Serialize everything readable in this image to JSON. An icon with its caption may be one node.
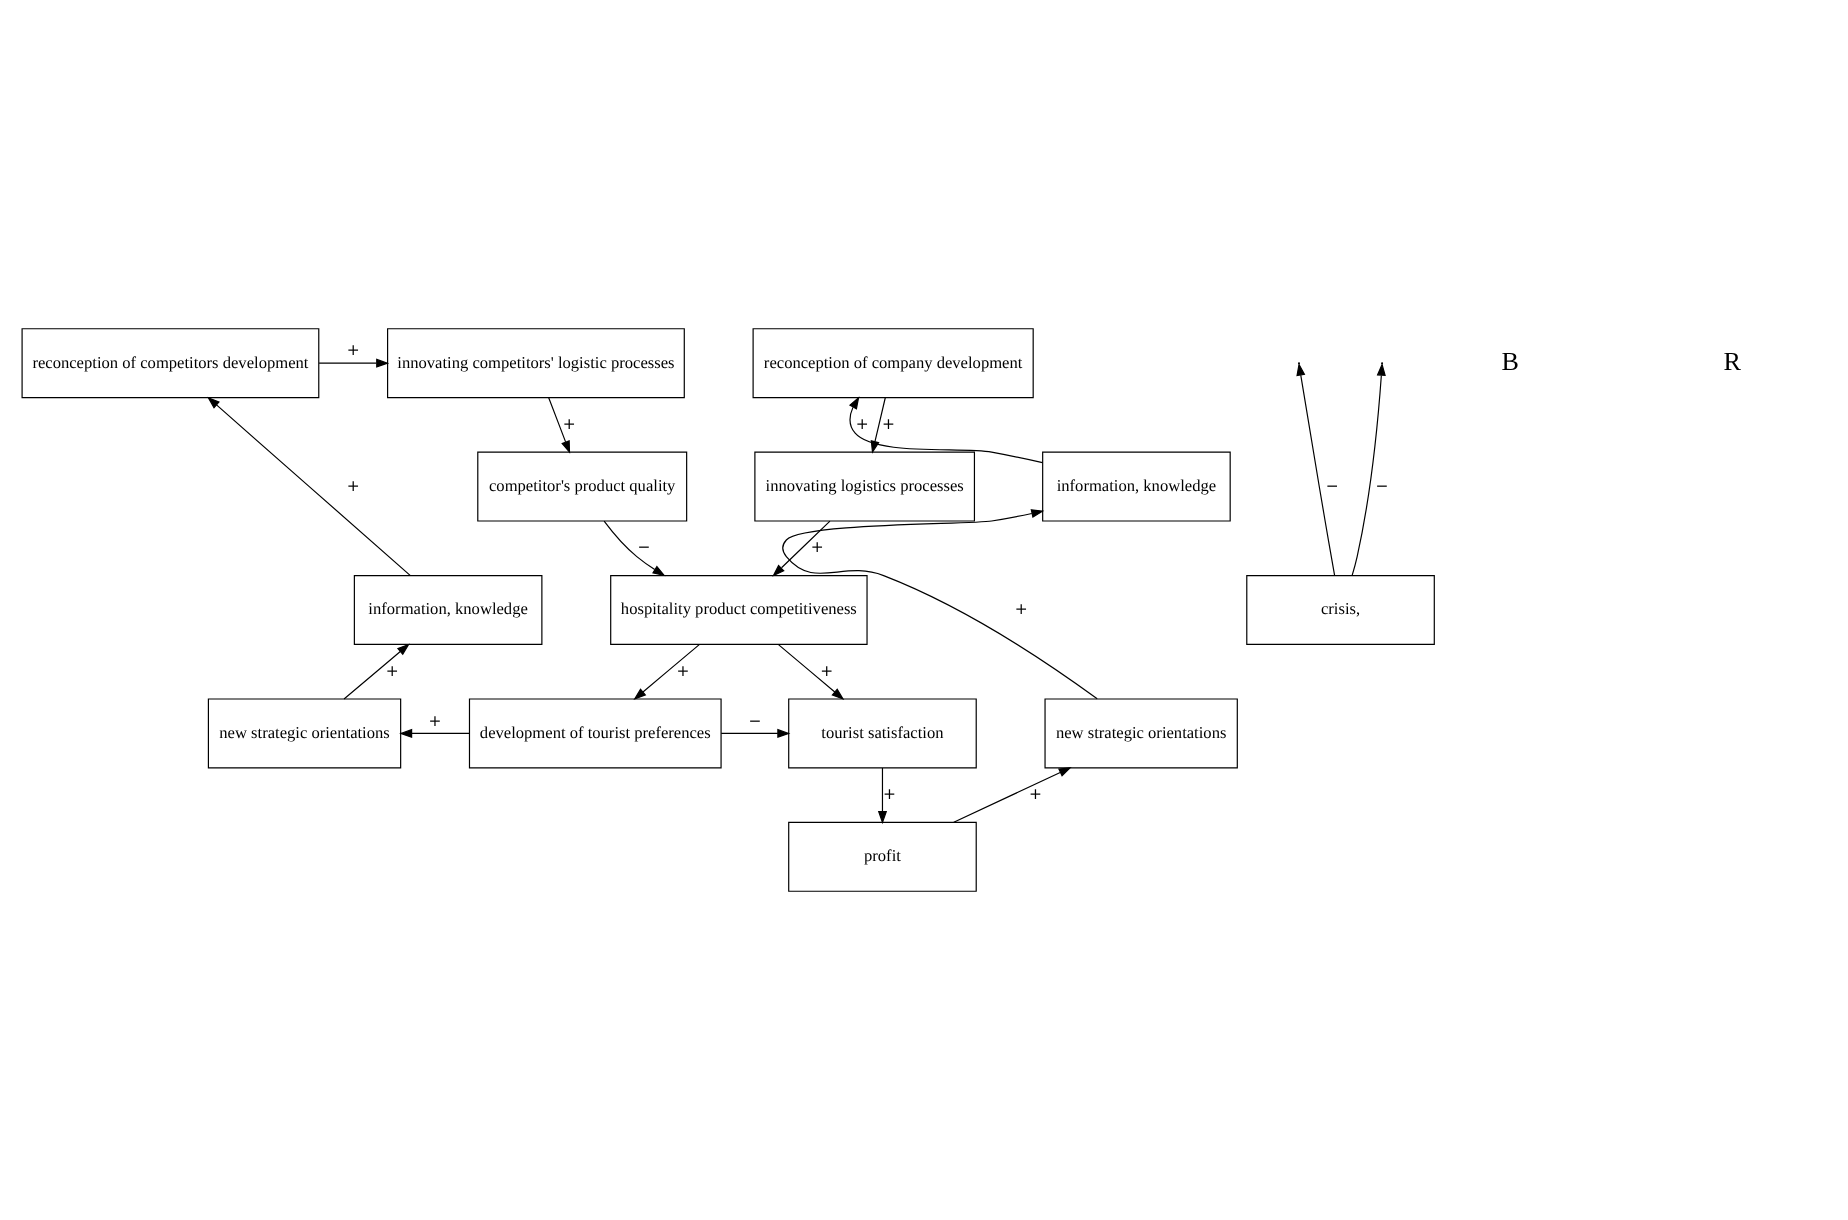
{
  "diagram": {
    "nodes": [
      {
        "text": [
          "reconception of competitors development"
        ]
      },
      {
        "text": [
          "innovating competitors' logistic processes"
        ]
      },
      {
        "text": [
          "reconception of company development"
        ]
      },
      {
        "text": [
          "information, knowledge"
        ]
      },
      {
        "text": [
          "competitor's product quality"
        ]
      },
      {
        "text": [
          "innovating logistics processes"
        ]
      },
      {
        "text": [
          "information, knowledge"
        ]
      },
      {
        "text": [
          "hospitality product competitiveness"
        ]
      },
      {
        "text": [
          "new strategic orientations"
        ]
      },
      {
        "text": [
          "new strategic orientations"
        ]
      },
      {
        "text": [
          "development of tourist preferences"
        ]
      },
      {
        "text": [
          "tourist satisfaction"
        ]
      },
      {
        "text": [
          "profit"
        ]
      },
      {
        "text": [
          "crisis,"
        ]
      }
    ],
    "edges": [
      {
        "from": 0,
        "to": 1,
        "arrow": "to",
        "label": "+"
      },
      {
        "from": 1,
        "to": 4,
        "arrow": "to",
        "label": "+"
      },
      {
        "from": 2,
        "to": 5,
        "arrow": "to",
        "label": "+"
      },
      {
        "from": 3,
        "to": 2,
        "arrow": "to",
        "label": "+"
      },
      {
        "from": 6,
        "to": 0,
        "arrow": "to",
        "label": "+"
      },
      {
        "from": 4,
        "to": 7,
        "arrow": "to",
        "label": "−"
      },
      {
        "from": 5,
        "to": 7,
        "arrow": "to",
        "label": "+"
      },
      {
        "from": 7,
        "to": 10,
        "arrow": "to",
        "label": "+"
      },
      {
        "from": 7,
        "to": 11,
        "arrow": "to",
        "label": "+"
      },
      {
        "from": 10,
        "to": 11,
        "arrow": "to",
        "label": "−"
      },
      {
        "from": 11,
        "to": 12,
        "arrow": "to",
        "label": "+"
      },
      {
        "from": 12,
        "to": 8,
        "arrow": "to",
        "label": "+"
      },
      {
        "from": 8,
        "to": 3,
        "arrow": "to",
        "label": "+"
      },
      {
        "from": 10,
        "to": 9,
        "arrow": "to",
        "label": "+"
      },
      {
        "from": 9,
        "to": 6,
        "arrow": "to",
        "label": "+"
      },
      {
        "from": 13,
        "to": null,
        "arrow": "to",
        "label": "−"
      },
      {
        "from": 13,
        "to": null,
        "arrow": "to",
        "label": "−"
      }
    ],
    "labels": [
      "B",
      "R"
    ]
  }
}
